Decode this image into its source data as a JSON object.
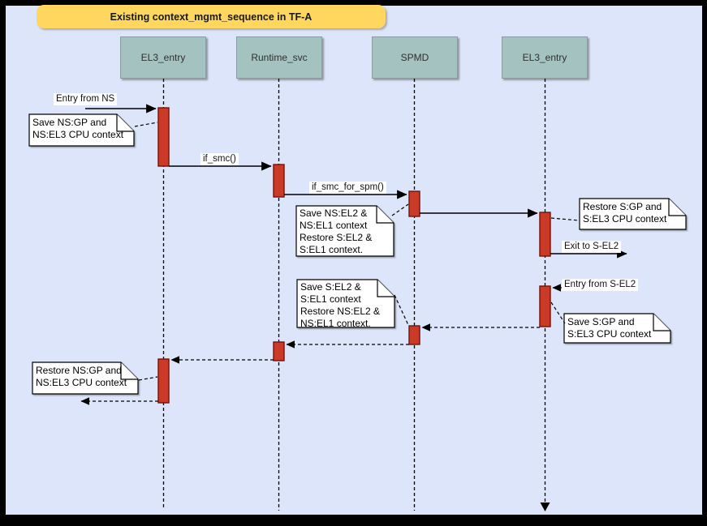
{
  "title": {
    "label": "Existing context_mgmt_sequence in TF-A"
  },
  "lifelines": [
    {
      "label": "EL3_entry"
    },
    {
      "label": "Runtime_svc"
    },
    {
      "label": "SPMD"
    },
    {
      "label": "EL3_entry"
    }
  ],
  "messages": [
    {
      "label": "Entry from NS",
      "style": "solid",
      "from": "left-edge",
      "to": "EL3_entry"
    },
    {
      "label": "if_smc()",
      "style": "solid",
      "from": "EL3_entry",
      "to": "Runtime_svc"
    },
    {
      "label": "if_smc_for_spm()",
      "style": "solid",
      "from": "Runtime_svc",
      "to": "SPMD"
    },
    {
      "label": "",
      "style": "solid",
      "from": "SPMD",
      "to": "EL3_entry"
    },
    {
      "label": "Exit to S-EL2",
      "style": "solid",
      "from": "EL3_entry",
      "to": "right"
    },
    {
      "label": "Entry from S-EL2",
      "style": "dashed",
      "from": "right",
      "to": "EL3_entry"
    },
    {
      "label": "",
      "style": "dashed",
      "from": "EL3_entry",
      "to": "SPMD"
    },
    {
      "label": "",
      "style": "dashed",
      "from": "SPMD",
      "to": "Runtime_svc"
    },
    {
      "label": "",
      "style": "dashed",
      "from": "Runtime_svc",
      "to": "EL3_entry"
    },
    {
      "label": "",
      "style": "dashed",
      "from": "EL3_entry",
      "to": "left-edge"
    }
  ],
  "notes": [
    {
      "text": "Save NS:GP and\nNS:EL3 CPU context"
    },
    {
      "text": "Save NS:EL2 &\nNS:EL1 context\nRestore S:EL2 &\nS:EL1 context."
    },
    {
      "text": "Restore S:GP and\nS:EL3 CPU context"
    },
    {
      "text": "Save S:GP and\nS:EL3 CPU context"
    },
    {
      "text": "Save S:EL2 &\nS:EL1 context\nRestore NS:EL2 &\nNS:EL1 context."
    },
    {
      "text": "Restore NS:GP and\nNS:EL3 CPU context"
    }
  ],
  "colors": {
    "frame": "#000000",
    "bg": "#dde5fa",
    "banner_fill": "#ffd75e",
    "header_fill": "#a4c3c0",
    "header_stroke": "#8a9e9c",
    "activation_fill": "#cb3a26",
    "activation_stroke": "#701409",
    "note_fill": "#ffffff",
    "note_stroke": "#000000",
    "line_color": "#000000",
    "label_bg": "#ffffff"
  }
}
